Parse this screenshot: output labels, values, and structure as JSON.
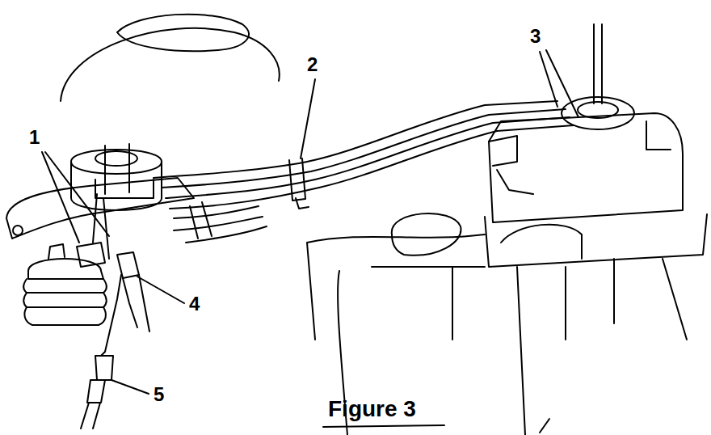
{
  "diagram": {
    "caption": "Figure 3",
    "labels": [
      "1",
      "2",
      "3",
      "4",
      "5"
    ]
  }
}
